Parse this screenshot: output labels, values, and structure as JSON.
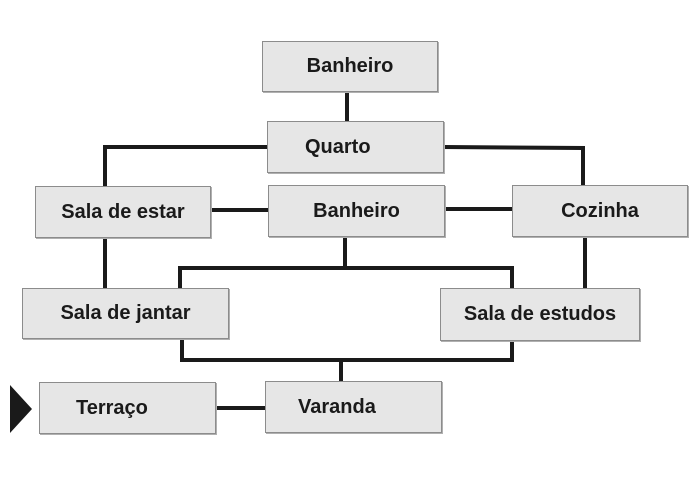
{
  "rooms": {
    "top_bathroom": "Banheiro",
    "bedroom": "Quarto",
    "living_room": "Sala de estar",
    "center_bathroom": "Banheiro",
    "kitchen": "Cozinha",
    "dining_room": "Sala de jantar",
    "study_room": "Sala de estudos",
    "terrace": "Terraço",
    "veranda": "Varanda"
  },
  "colors": {
    "box_fill": "#e6e6e6",
    "box_border": "#8c8c8c",
    "line": "#1a1a1a",
    "entry_arrow": "#1a1a1a"
  }
}
